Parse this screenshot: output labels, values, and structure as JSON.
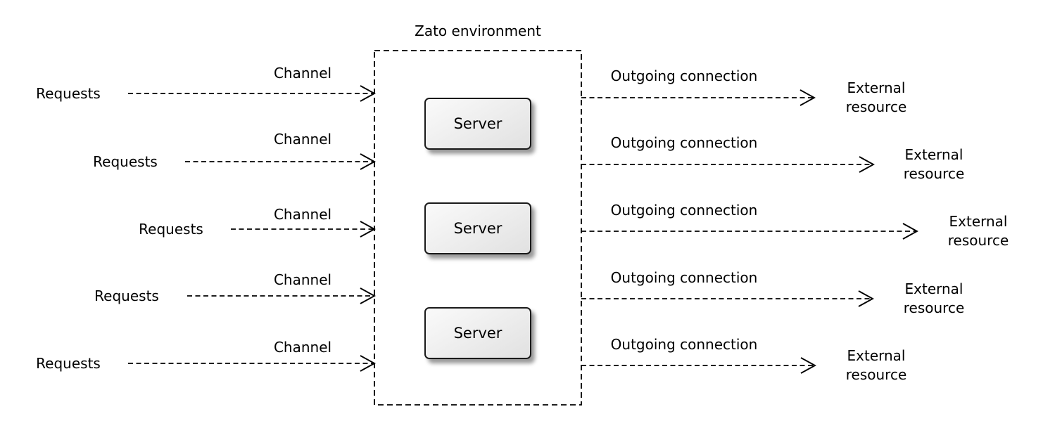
{
  "diagram": {
    "title": "Zato environment",
    "servers": [
      {
        "label": "Server"
      },
      {
        "label": "Server"
      },
      {
        "label": "Server"
      }
    ],
    "left_rows": [
      {
        "source": "Requests",
        "connector": "Channel"
      },
      {
        "source": "Requests",
        "connector": "Channel"
      },
      {
        "source": "Requests",
        "connector": "Channel"
      },
      {
        "source": "Requests",
        "connector": "Channel"
      },
      {
        "source": "Requests",
        "connector": "Channel"
      }
    ],
    "right_rows": [
      {
        "connector": "Outgoing connection",
        "target_lines": [
          "External",
          "resource"
        ]
      },
      {
        "connector": "Outgoing connection",
        "target_lines": [
          "External",
          "resource"
        ]
      },
      {
        "connector": "Outgoing connection",
        "target_lines": [
          "External",
          "resource"
        ]
      },
      {
        "connector": "Outgoing connection",
        "target_lines": [
          "External",
          "resource"
        ]
      },
      {
        "connector": "Outgoing connection",
        "target_lines": [
          "External",
          "resource"
        ]
      }
    ],
    "colors": {
      "stroke": "#000000",
      "server_border": "#1a1a1a",
      "server_fill_light": "#fafafa",
      "server_fill_dark": "#e1e1e1",
      "background": "#ffffff"
    }
  }
}
